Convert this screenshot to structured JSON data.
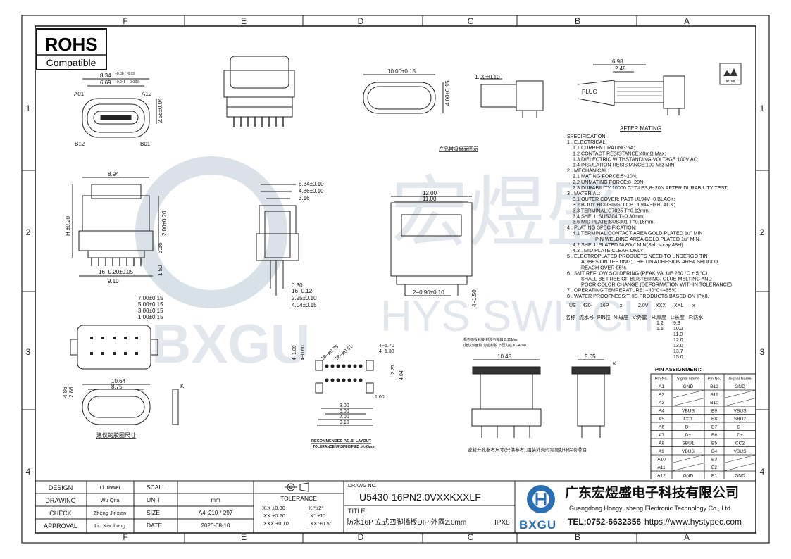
{
  "grid": {
    "cols": [
      "F",
      "E",
      "D",
      "C",
      "B",
      "A"
    ],
    "rows": [
      "1",
      "2",
      "3",
      "4"
    ]
  },
  "rohs": {
    "line1": "ROHS",
    "line2": "Compatible"
  },
  "watermark": {
    "cn": "宏煜盛",
    "en": "HYS SWITCH",
    "brand": "BXGU"
  },
  "ipx_badge": "IP-X8",
  "views": {
    "front_small": {
      "w1": "8.34",
      "w1_tol": "+0.08 / -0.03",
      "w2": "6.69",
      "w2_tol": "+0.045 / -0.033",
      "h1": "2.56±0.04",
      "pins_tl": "A01",
      "pins_tr": "A12",
      "pins_bl": "B12",
      "pins_br": "B01"
    },
    "top_block": {
      "d1": "10.00±0.15",
      "d2": "4.00±0.15"
    },
    "side_small": {
      "d1": "1.00±0.10"
    },
    "mating": {
      "d1": "6.98",
      "d2": "2.48",
      "plug": "PLUG",
      "caption": "AFTER MATING"
    },
    "pcb_caption": "产品带吸盘面图示",
    "front_main": {
      "w": "8.94",
      "h": "H ±0.20",
      "h2": "2.00±0.20",
      "h3": "3.36",
      "h4": "1.50",
      "pitch": "16−0.20±0.05",
      "base": "9.10"
    },
    "side_main": {
      "d1": "6.34±0.10",
      "d2": "4.36±0.10",
      "d3": "3.16",
      "b1": "0.30",
      "b2": "16−0.12",
      "b3": "2.25±0.10",
      "b4": "4.04±0.15"
    },
    "back_main": {
      "w1": "12.00",
      "w2": "11.00",
      "pitch": "2−0.90±0.10",
      "h": "4−1.50"
    },
    "bottom_view": {
      "d1": "7.00±0.15",
      "d2": "5.00±0.15",
      "d3": "3.00±0.15",
      "d4": "1.00±0.15"
    },
    "gasket": {
      "w1": "10.64",
      "w2": "8.75",
      "h1": "4.86",
      "h2": "2.86",
      "k": "K",
      "caption": "建议的胶圈尺寸"
    },
    "pcb_layout": {
      "h1": "16−ø0.75",
      "h2": "16−ø0.51",
      "v1": "4−1.00",
      "v2": "4−0.60",
      "r1": "4−1.70",
      "r2": "4−1.30",
      "r3": "2.25",
      "r4": "4.04",
      "b1": "1.00",
      "b2": "3.00",
      "b3": "5.00",
      "b4": "7.00",
      "b5": "9.10",
      "title": "RECOMMENDED P.C.B. LAYOUT",
      "tol": "TOLERANCE UNSPECIFIED ±0.05mm"
    },
    "seal_view": {
      "note": "机壳面板对接 封胶与接触 0.15Mm.",
      "note2": "(建议双面胶 为密封胶 下压力在30−40N)",
      "d1": "10.45",
      "d2": "5.05",
      "k": "K",
      "caption": "密封开孔参考尺寸(只供参考),组装外壳时需要打环保润滑油"
    }
  },
  "spec": {
    "lines": [
      "SPECIFICATION:",
      "1 . ELECTRICAL:",
      "  1.1  CURRENT RATING:5A;",
      "  1.2  CONTACT RESISTANCE:40mΩ Max;",
      "  1.3  DIELECTRIC WITHSTANDING VOLTAGE:100V AC;",
      "  1.4  INSULATION RESISTANCE:100 MΩ MIN;",
      "2 . MECHANICAL:",
      "  2.1  MATING FORCE:5~20N;",
      "  2.2  UNMATING FORCE:8~20N;",
      "  2.3  DURABILITY:10000 CYCLES,8~20N AFTER DURABILITY TEST;",
      "3 . MATERIAL:",
      "  3.1  OUTER COVER: PA9T UL94V−0 BLACK;",
      "  3.2  BODY HOUSING: LCP UL94V−0 BLACK;",
      "  3.3  TERMINAL:C7025 T=0.12mm;",
      "  3.4  SHELL:SUS304 T=0.30mm;",
      "  3.6  MID PLATE:SUS301 T=0.15mm;",
      "4 . PLATING SPECIFICATION:",
      "  4.1  TERMINAL:CONTACT AREA GOLD PLATED 1u\" MIN",
      "          PIN WELDING AREA GOLD PLATED 1u\" MIN.",
      "  4.2  SHELL:PLATED Ni 80u\" MIN(Salt spray 48H)",
      "  4.3 . MID PLATE:CLEAR ONLY",
      "5 . ELECTROPLATED PRODUCTS NEED TO UNDERGO TIN",
      "     ADHESION TESTING; THE TIN ADHESION AREA SHOULD",
      "     REACH OVER 95%.",
      "6 . SMT REFLOW SOLDERING (PEAK VALUE 260 °C ± 5 °C)",
      "     SHALL BE FREE OF BLISTERING, GLUE MELTING AND",
      "     POOR COLOR CHANGE (DEFORMATION WITHIN TOLERANCE)",
      "7 . OPERATING TEMPERATURE: −40°C~+85°C",
      "8 . WATER PROOFNESS:THIS PRODUCTS BASED ON IPX8."
    ]
  },
  "part_code": {
    "codes": [
      "US",
      "430-",
      "16P",
      "x",
      "2.0V",
      "XXX",
      "XXL",
      "x"
    ],
    "labels": [
      "名称",
      "流水号",
      "PIN位",
      "N:母座",
      "V:外露",
      "H:厚度",
      "L:长度",
      "F:防水"
    ],
    "thickness": [
      "1.2",
      "1.5"
    ],
    "lengths": [
      "9.3",
      "10.2",
      "11.0",
      "12.0",
      "13.0",
      "13.7",
      "15.0"
    ]
  },
  "pin_assignment": {
    "title": "PIN ASSIGNMENT:",
    "headers": [
      "Pin No.",
      "Signal Name",
      "Pin No.",
      "Signal Name"
    ],
    "rows": [
      [
        "A1",
        "GND",
        "B12",
        "GND"
      ],
      [
        "A2",
        "",
        "B11",
        ""
      ],
      [
        "A3",
        "",
        "B10",
        ""
      ],
      [
        "A4",
        "VBUS",
        "B9",
        "VBUS"
      ],
      [
        "A5",
        "CC1",
        "B8",
        "SBU2"
      ],
      [
        "A6",
        "D+",
        "B7",
        "D−"
      ],
      [
        "A7",
        "D−",
        "B6",
        "D+"
      ],
      [
        "A8",
        "SBU1",
        "B5",
        "CC2"
      ],
      [
        "A9",
        "VBUS",
        "B4",
        "VBUS"
      ],
      [
        "A10",
        "",
        "B3",
        ""
      ],
      [
        "A11",
        "",
        "B2",
        ""
      ],
      [
        "A12",
        "GND",
        "B1",
        "GND"
      ]
    ]
  },
  "title_block": {
    "roles": [
      "DESIGN",
      "DRAWING",
      "CHECK",
      "APPROVAL"
    ],
    "people": [
      "Li Jinwei",
      "Wu Qifa",
      "Zheng Jinxian",
      "Liu Xiaohong"
    ],
    "fields": [
      "SCALL",
      "UNIT",
      "SIZE",
      "DATE"
    ],
    "values": [
      "",
      "mm",
      "A4: 210 * 297",
      "2020-08-10"
    ],
    "tolerance_title": "TOLERANCE",
    "tolerance_rows": [
      [
        "X.X  ±0.30",
        "X.°±2°"
      ],
      [
        ".XX  ±0.20",
        ".X° ±1°"
      ],
      [
        ".XXX  ±0.10",
        ".XX°±0.5°"
      ]
    ],
    "drawing_no_label": "DRAWG NO.",
    "drawing_no": "U5430-16PN2.0VXXKXXLF",
    "title_label": "TITLE:",
    "title_text": "防水16P 立式四脚插板DIP 外露2.0mm",
    "title_ipx": "IPX8",
    "company_cn": "广东宏煜盛电子科技有限公司",
    "company_en": "Guangdong Hongyusheng Electronic Technology Co., Ltd.",
    "tel": "TEL:0752-6632356",
    "web": "https://www.hystypec.com",
    "logo_text": "BXGU"
  },
  "colors": {
    "line": "#222222",
    "watermark": "#c9d3dc",
    "logo": "#1e6fb8"
  }
}
